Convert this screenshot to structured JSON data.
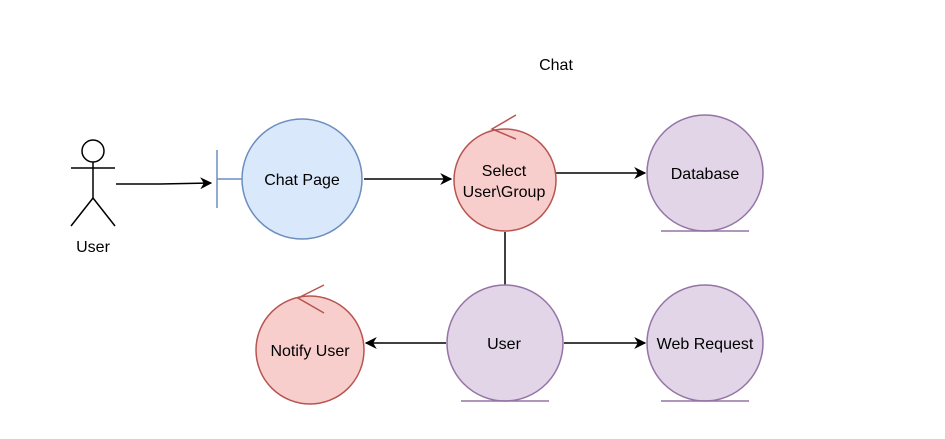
{
  "diagram": {
    "title": "Chat",
    "actor": {
      "label": "User"
    },
    "nodes": {
      "chat_page": {
        "label": "Chat Page",
        "kind": "boundary"
      },
      "select_user_group": {
        "label_line1": "Select",
        "label_line2": "User\\Group",
        "kind": "control"
      },
      "database": {
        "label": "Database",
        "kind": "entity"
      },
      "user_entity": {
        "label": "User",
        "kind": "entity"
      },
      "notify_user": {
        "label": "Notify User",
        "kind": "control"
      },
      "web_request": {
        "label": "Web Request",
        "kind": "entity"
      }
    },
    "edges": [
      {
        "from": "actor",
        "to": "chat_page",
        "arrow": true
      },
      {
        "from": "chat_page",
        "to": "select_user_group",
        "arrow": true
      },
      {
        "from": "select_user_group",
        "to": "database",
        "arrow": true
      },
      {
        "from": "select_user_group",
        "to": "user_entity",
        "arrow": false
      },
      {
        "from": "user_entity",
        "to": "notify_user",
        "arrow": true
      },
      {
        "from": "user_entity",
        "to": "web_request",
        "arrow": true
      }
    ],
    "colors": {
      "boundary_fill": "#dae8fc",
      "boundary_stroke": "#6c8ebf",
      "control_fill": "#f8cecc",
      "control_stroke": "#b85450",
      "entity_fill": "#e1d5e7",
      "entity_stroke": "#9673a6",
      "line": "#000000"
    }
  }
}
